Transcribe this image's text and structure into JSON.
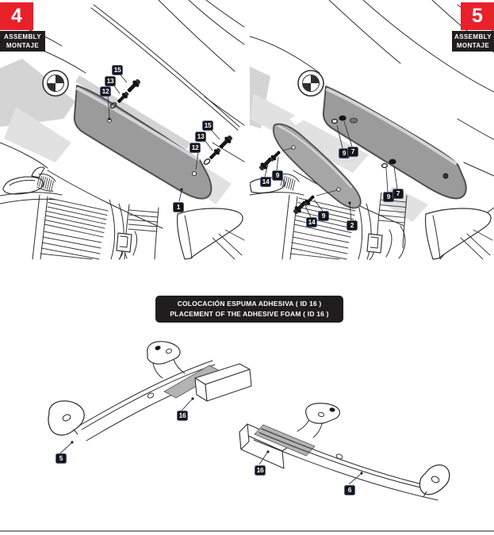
{
  "page": {
    "divider_color": "#8a8a8a",
    "background": "#ffffff"
  },
  "colors": {
    "accent_red": "#e8212b",
    "badge_black": "#201d1e",
    "part_gray": "#9b9b9b",
    "foam_gray": "#b3b3b3",
    "callout_border_blue": "#51618f"
  },
  "panels": [
    {
      "step": "4",
      "label_top": "ASSEMBLY",
      "label_bottom": "MONTAJE",
      "callouts": [
        "15",
        "13",
        "12",
        "15",
        "13",
        "12",
        "1"
      ]
    },
    {
      "step": "5",
      "label_top": "ASSEMBLY",
      "label_bottom": "MONTAJE",
      "callouts": [
        "9",
        "7",
        "9",
        "7",
        "14",
        "9",
        "14",
        "9",
        "2"
      ]
    }
  ],
  "foam_section": {
    "banner_line1": "COLOCACIÓN ESPUMA ADHESIVA  ( ID 16 )",
    "banner_line2": "PLACEMENT OF THE ADHESIVE FOAM ( ID 16 )",
    "callouts": [
      "16",
      "5",
      "16",
      "6"
    ]
  }
}
